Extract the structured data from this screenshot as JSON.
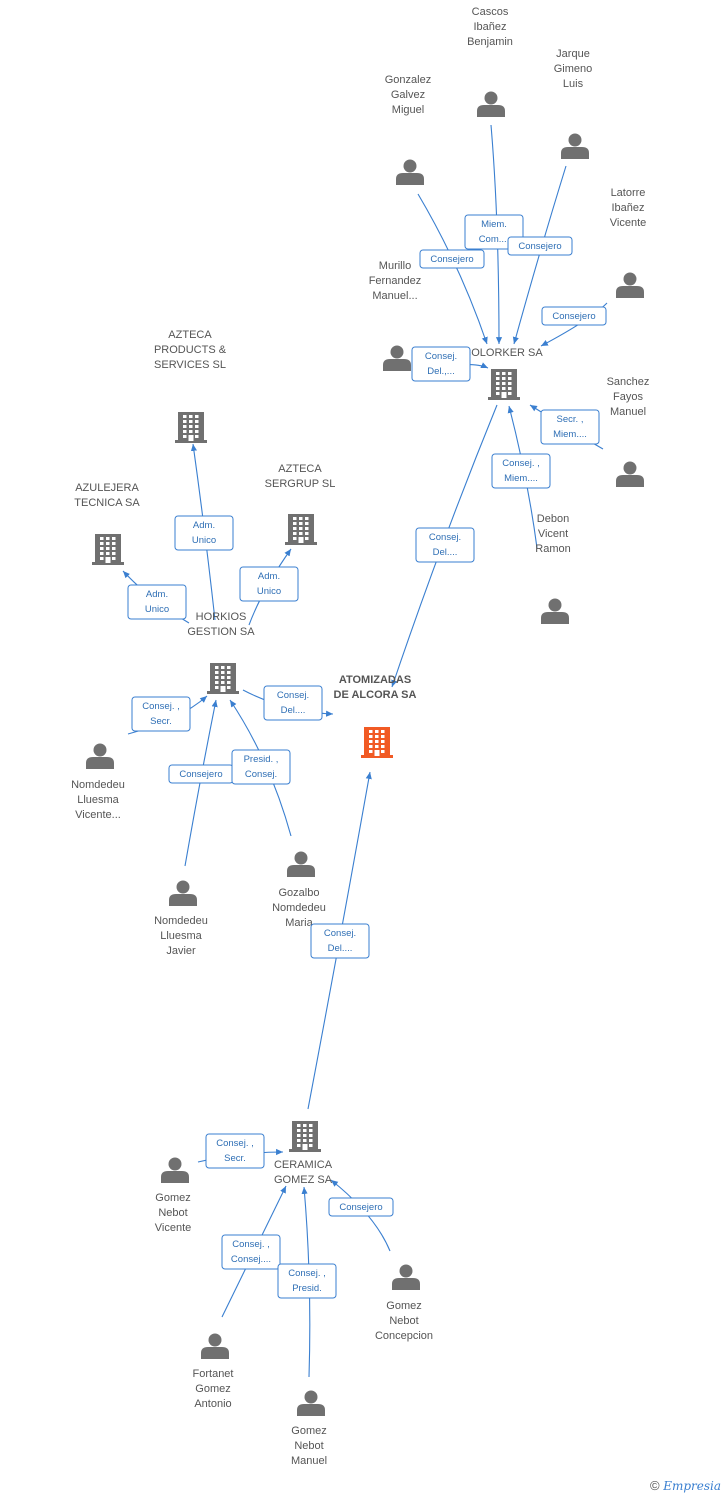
{
  "colors": {
    "company": "#707070",
    "focus": "#f15a24",
    "person": "#707070",
    "edge": "#3a7fd0"
  },
  "nodes": [
    {
      "id": "atomizadas",
      "kind": "focus",
      "label": [
        "ATOMIZADAS",
        "DE ALCORA SA"
      ]
    },
    {
      "id": "colorker",
      "kind": "company",
      "label": [
        "COLORKER SA"
      ]
    },
    {
      "id": "horkios",
      "kind": "company",
      "label": [
        "HORKIOS",
        "GESTION SA"
      ]
    },
    {
      "id": "azteca_ps",
      "kind": "company",
      "label": [
        "AZTECA",
        "PRODUCTS &",
        "SERVICES  SL"
      ]
    },
    {
      "id": "azteca_sg",
      "kind": "company",
      "label": [
        "AZTECA",
        "SERGRUP SL"
      ]
    },
    {
      "id": "azulejera",
      "kind": "company",
      "label": [
        "AZULEJERA",
        "TECNICA SA"
      ]
    },
    {
      "id": "ceramica",
      "kind": "company",
      "label": [
        "CERAMICA",
        "GOMEZ SA"
      ]
    },
    {
      "id": "cascos",
      "kind": "person",
      "label": [
        "Cascos",
        "Ibañez",
        "Benjamin"
      ]
    },
    {
      "id": "jarque",
      "kind": "person",
      "label": [
        "Jarque",
        "Gimeno",
        "Luis"
      ]
    },
    {
      "id": "gonzalez",
      "kind": "person",
      "label": [
        "Gonzalez",
        "Galvez",
        "Miguel"
      ]
    },
    {
      "id": "latorre",
      "kind": "person",
      "label": [
        "Latorre",
        "Ibañez",
        "Vicente"
      ]
    },
    {
      "id": "murillo",
      "kind": "person",
      "label": [
        "Murillo",
        "Fernandez",
        "Manuel..."
      ]
    },
    {
      "id": "sanchez",
      "kind": "person",
      "label": [
        "Sanchez",
        "Fayos",
        "Manuel"
      ]
    },
    {
      "id": "debon",
      "kind": "person",
      "label": [
        "Debon",
        "Vicent",
        "Ramon"
      ]
    },
    {
      "id": "nom_vicente",
      "kind": "person",
      "label": [
        "Nomdedeu",
        "Lluesma",
        "Vicente..."
      ]
    },
    {
      "id": "nom_javier",
      "kind": "person",
      "label": [
        "Nomdedeu",
        "Lluesma",
        "Javier"
      ]
    },
    {
      "id": "gozalbo",
      "kind": "person",
      "label": [
        "Gozalbo",
        "Nomdedeu",
        "Maria"
      ]
    },
    {
      "id": "gomez_vicente",
      "kind": "person",
      "label": [
        "Gomez",
        "Nebot",
        "Vicente"
      ]
    },
    {
      "id": "gomez_concepcion",
      "kind": "person",
      "label": [
        "Gomez",
        "Nebot",
        "Concepcion"
      ]
    },
    {
      "id": "fortanet",
      "kind": "person",
      "label": [
        "Fortanet",
        "Gomez",
        "Antonio"
      ]
    },
    {
      "id": "gomez_manuel",
      "kind": "person",
      "label": [
        "Gomez",
        "Nebot",
        "Manuel"
      ]
    }
  ],
  "edges": [
    {
      "from": "cascos",
      "to": "colorker",
      "label": [
        "Miem.",
        "Com...."
      ]
    },
    {
      "from": "jarque",
      "to": "colorker",
      "label": [
        "Consejero"
      ]
    },
    {
      "from": "gonzalez",
      "to": "colorker",
      "label": [
        "Consejero"
      ]
    },
    {
      "from": "latorre",
      "to": "colorker",
      "label": [
        "Consejero"
      ]
    },
    {
      "from": "murillo",
      "to": "colorker",
      "label": [
        "Consej.",
        "Del.,..."
      ]
    },
    {
      "from": "sanchez",
      "to": "colorker",
      "label": [
        "Secr. ,",
        "Miem...."
      ]
    },
    {
      "from": "debon",
      "to": "colorker",
      "label": [
        "Consej. ,",
        "Miem...."
      ]
    },
    {
      "from": "colorker",
      "to": "atomizadas",
      "label": [
        "Consej.",
        "Del...."
      ]
    },
    {
      "from": "horkios",
      "to": "azteca_ps",
      "label": [
        "Adm.",
        "Unico"
      ]
    },
    {
      "from": "horkios",
      "to": "azteca_sg",
      "label": [
        "Adm.",
        "Unico"
      ]
    },
    {
      "from": "horkios",
      "to": "azulejera",
      "label": [
        "Adm.",
        "Unico"
      ]
    },
    {
      "from": "horkios",
      "to": "atomizadas",
      "label": [
        "Consej.",
        "Del...."
      ]
    },
    {
      "from": "nom_vicente",
      "to": "horkios",
      "label": [
        "Consej. ,",
        "Secr."
      ]
    },
    {
      "from": "nom_javier",
      "to": "horkios",
      "label": [
        "Consejero"
      ]
    },
    {
      "from": "gozalbo",
      "to": "horkios",
      "label": [
        "Presid. ,",
        "Consej."
      ]
    },
    {
      "from": "ceramica",
      "to": "atomizadas",
      "label": [
        "Consej.",
        "Del...."
      ]
    },
    {
      "from": "gomez_vicente",
      "to": "ceramica",
      "label": [
        "Consej. ,",
        "Secr."
      ]
    },
    {
      "from": "gomez_concepcion",
      "to": "ceramica",
      "label": [
        "Consejero"
      ]
    },
    {
      "from": "fortanet",
      "to": "ceramica",
      "label": [
        "Consej. ,",
        "Consej...."
      ]
    },
    {
      "from": "gomez_manuel",
      "to": "ceramica",
      "label": [
        "Consej. ,",
        "Presid."
      ]
    }
  ],
  "footer": {
    "copyright": "©",
    "brand": "Empresia"
  }
}
